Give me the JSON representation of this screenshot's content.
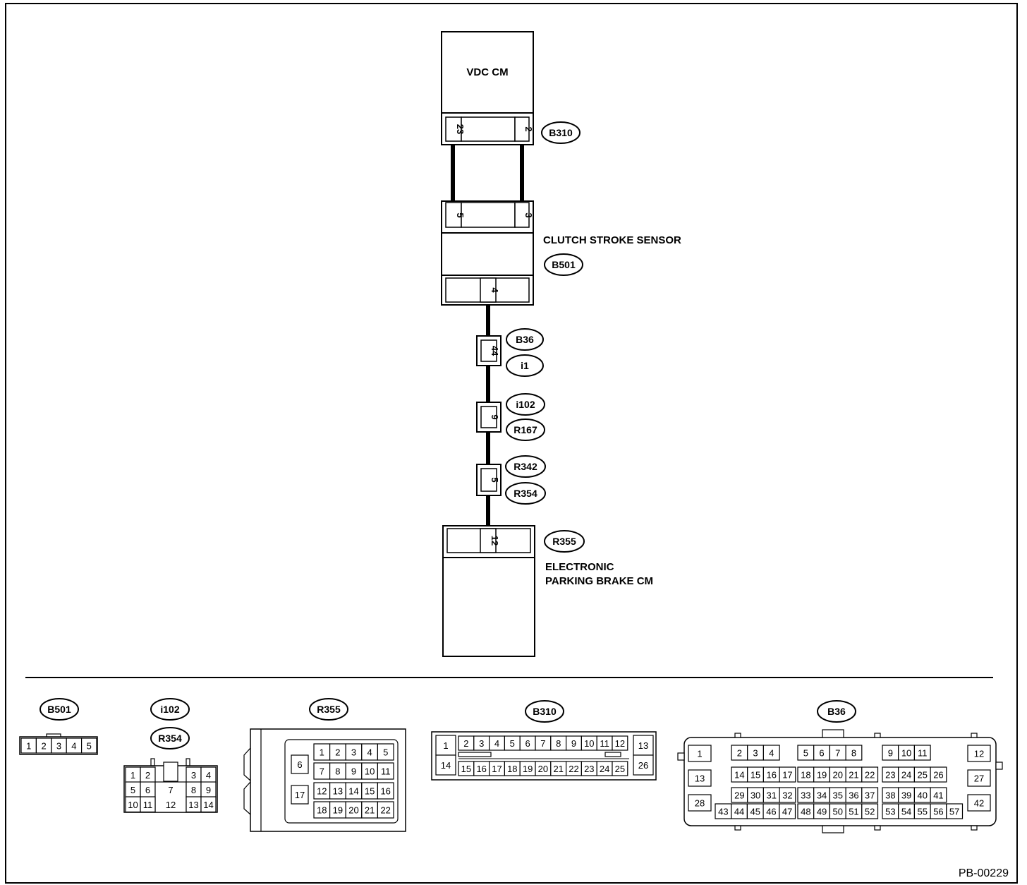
{
  "footer": {
    "figure_code": "PB-00229"
  },
  "modules": {
    "vdc_cm": "VDC CM",
    "clutch_sensor": "CLUTCH STROKE SENSOR",
    "epb_line1": "ELECTRONIC",
    "epb_line2": "PARKING BRAKE CM"
  },
  "connectors": {
    "b310": {
      "id": "B310",
      "pin_left": "23",
      "pin_right": "2"
    },
    "b501": {
      "id": "B501",
      "pin_left": "5",
      "pin_right": "3",
      "pin_out": "4"
    },
    "b36_i1": {
      "id_top": "B36",
      "id_bottom": "i1",
      "pin": "44"
    },
    "i102_r167": {
      "id_top": "i102",
      "id_bottom": "R167",
      "pin": "9"
    },
    "r342_r354": {
      "id_top": "R342",
      "id_bottom": "R354",
      "pin": "5"
    },
    "r355": {
      "id": "R355",
      "pin": "12"
    }
  },
  "connector_faces": {
    "b501": {
      "id": "B501",
      "pins": [
        "1",
        "2",
        "3",
        "4",
        "5"
      ]
    },
    "i102_r354": {
      "id_top": "i102",
      "id_bottom": "R354",
      "pins": [
        "1",
        "2",
        "3",
        "4",
        "5",
        "6",
        "7",
        "8",
        "9",
        "10",
        "11",
        "12",
        "13",
        "14"
      ]
    },
    "r355": {
      "id": "R355",
      "pins": [
        "1",
        "2",
        "3",
        "4",
        "5",
        "6",
        "7",
        "8",
        "9",
        "10",
        "11",
        "12",
        "13",
        "14",
        "15",
        "16",
        "17",
        "18",
        "19",
        "20",
        "21",
        "22"
      ]
    },
    "b310": {
      "id": "B310",
      "pins": [
        "1",
        "2",
        "3",
        "4",
        "5",
        "6",
        "7",
        "8",
        "9",
        "10",
        "11",
        "12",
        "13",
        "14",
        "15",
        "16",
        "17",
        "18",
        "19",
        "20",
        "21",
        "22",
        "23",
        "24",
        "25",
        "26"
      ]
    },
    "b36": {
      "id": "B36",
      "pins": [
        "1",
        "2",
        "3",
        "4",
        "5",
        "6",
        "7",
        "8",
        "9",
        "10",
        "11",
        "12",
        "13",
        "14",
        "15",
        "16",
        "17",
        "18",
        "19",
        "20",
        "21",
        "22",
        "23",
        "24",
        "25",
        "26",
        "27",
        "28",
        "29",
        "30",
        "31",
        "32",
        "33",
        "34",
        "35",
        "36",
        "37",
        "38",
        "39",
        "40",
        "41",
        "42",
        "43",
        "44",
        "45",
        "46",
        "47",
        "48",
        "49",
        "50",
        "51",
        "52",
        "53",
        "54",
        "55",
        "56",
        "57"
      ]
    }
  }
}
